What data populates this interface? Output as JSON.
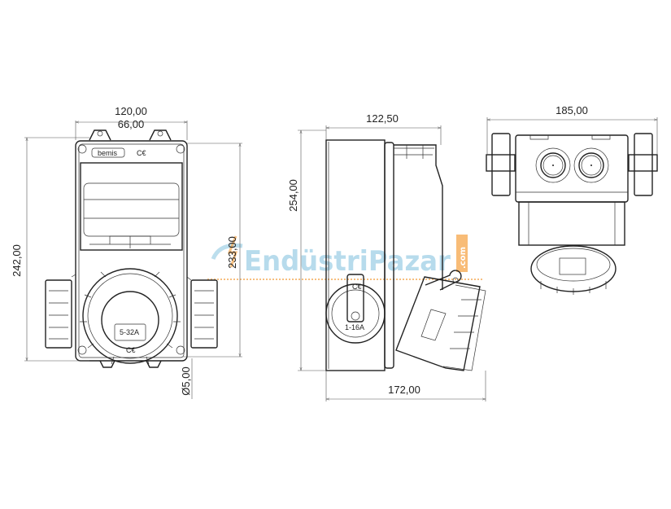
{
  "drawing": {
    "front_view": {
      "width_outer": "120,00",
      "width_mount": "66,00",
      "height_total": "242,00",
      "height_mount": "233,00",
      "hole_diameter": "Ø5,00",
      "socket_rating": "5-32A",
      "brand": "bemis",
      "marks": [
        "CE"
      ]
    },
    "side_view": {
      "depth_top": "122,50",
      "height_total": "254,00",
      "depth_total": "172,00",
      "socket_rating": "1-16A"
    },
    "top_view": {
      "width_total": "185,00"
    },
    "watermark": {
      "text": "EndüstriPazar",
      "suffix": ".com",
      "colors": {
        "text": "#9fd0e6",
        "accent": "#f5a54a"
      }
    },
    "colors": {
      "line": "#222222",
      "background": "#ffffff"
    }
  }
}
